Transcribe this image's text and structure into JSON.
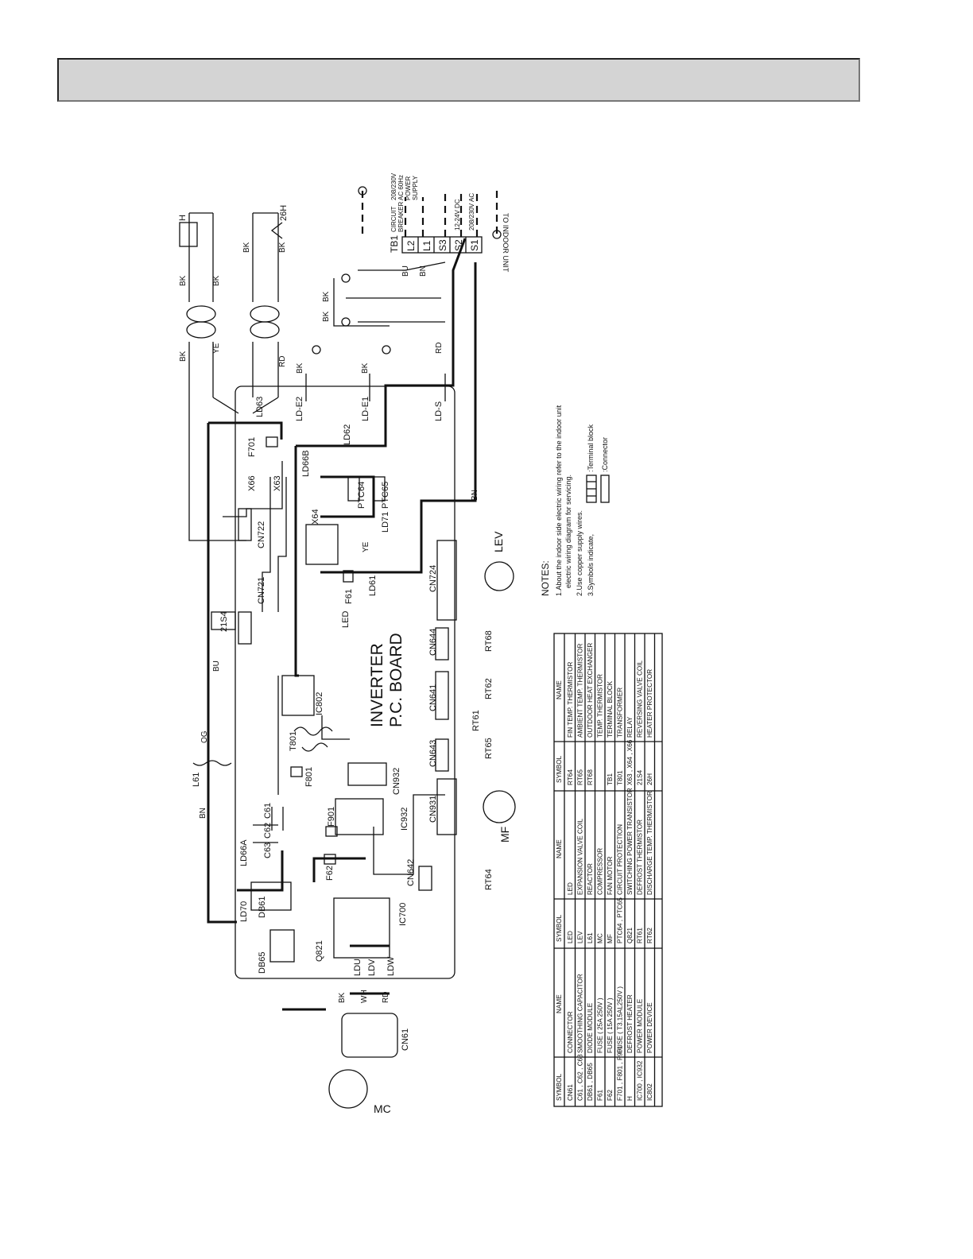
{
  "diagram": {
    "board_title": [
      "INVERTER",
      "P.C. BOARD"
    ],
    "terminal_block": "TB1",
    "terminals": [
      "L2",
      "L1",
      "S3",
      "S2",
      "S1"
    ],
    "supply_labels": [
      "CIRCUIT",
      "BREAKER",
      "208/230V",
      "AC 60Hz",
      "POWER",
      "SUPPLY",
      "12-24V DC",
      "208/230V AC",
      "TO INDOOR UNIT"
    ],
    "wire_colors": [
      "BK",
      "YE",
      "RD",
      "BU",
      "BN",
      "OG",
      "WH"
    ],
    "connector_labels": [
      "CN61",
      "CN642",
      "CN931",
      "CN932",
      "CN643",
      "CN641",
      "CN644",
      "CN724",
      "CN721",
      "CN722"
    ],
    "component_labels": [
      "MC",
      "MF",
      "LEV",
      "LED",
      "21S4",
      "X66",
      "X63",
      "X64",
      "F701",
      "F61",
      "F62",
      "F801",
      "F901",
      "T801",
      "IC802",
      "IC932",
      "IC700",
      "L61",
      "C61",
      "C62",
      "C63",
      "DB61",
      "DB65",
      "Q821",
      "PTC64",
      "PTC65",
      "RT61",
      "RT62",
      "RT64",
      "RT65",
      "RT68",
      "H",
      "26H"
    ],
    "lead_labels": [
      "LD-E2",
      "LD-E1",
      "LD-S",
      "LD63",
      "LD62",
      "LD66B",
      "LD71",
      "LD61",
      "LD66A",
      "LD70",
      "LDU",
      "LDV",
      "LDW"
    ]
  },
  "notes": {
    "title": "NOTES:",
    "items": [
      "1.About the indoor side electric wiring refer to the indoor unit",
      "electric wiring diagram for servicing.",
      "2.Use copper supply wires.",
      "3.Symbols indicate,",
      ":Terminal block",
      ":Connector"
    ]
  },
  "legend": {
    "headers": [
      "SYMBOL",
      "NAME",
      "SYMBOL",
      "NAME",
      "SYMBOL",
      "NAME"
    ],
    "col1": [
      [
        "CN61",
        "CONNECTOR"
      ],
      [
        "C61 , C62 , C63",
        "SMOOTHING CAPACITOR"
      ],
      [
        "DB61 , DB65",
        "DIODE MODULE"
      ],
      [
        "F61",
        "FUSE ( 25A 250V )"
      ],
      [
        "F62",
        "FUSE ( 15A 250V )"
      ],
      [
        "F701 , F801 , F901",
        "FUSE ( T3.15AL250V )"
      ],
      [
        "H",
        "DEFROST HEATER"
      ],
      [
        "IC700 , IC932",
        "POWER MODULE"
      ],
      [
        "IC802",
        "POWER DEVICE"
      ]
    ],
    "col2": [
      [
        "LED",
        "LED"
      ],
      [
        "LEV",
        "EXPANSION VALVE COIL"
      ],
      [
        "L61",
        "REACTOR"
      ],
      [
        "MC",
        "COMPRESSOR"
      ],
      [
        "MF",
        "FAN MOTOR"
      ],
      [
        "PTC64 , PTC65",
        "CIRCUIT PROTECTION"
      ],
      [
        "Q821",
        "SWITCHING POWER TRANSISTOR"
      ],
      [
        "RT61",
        "DEFROST THERMISTOR"
      ],
      [
        "RT62",
        "DISCHARGE TEMP. THERMISTOR"
      ]
    ],
    "col3": [
      [
        "RT64",
        "FIN TEMP. THERMISTOR"
      ],
      [
        "RT65",
        "AMBIENT TEMP. THERMISTOR"
      ],
      [
        "RT68",
        "OUTDOOR HEAT EXCHANGER"
      ],
      [
        "",
        "TEMP. THERMISTOR"
      ],
      [
        "TB1",
        "TERMINAL BLOCK"
      ],
      [
        "T801",
        "TRANSFORMER"
      ],
      [
        "X63 , X64 , X66",
        "RELAY"
      ],
      [
        "21S4",
        "REVERSING VALVE COIL"
      ],
      [
        "26H",
        "HEATER PROTECTOR"
      ]
    ]
  }
}
